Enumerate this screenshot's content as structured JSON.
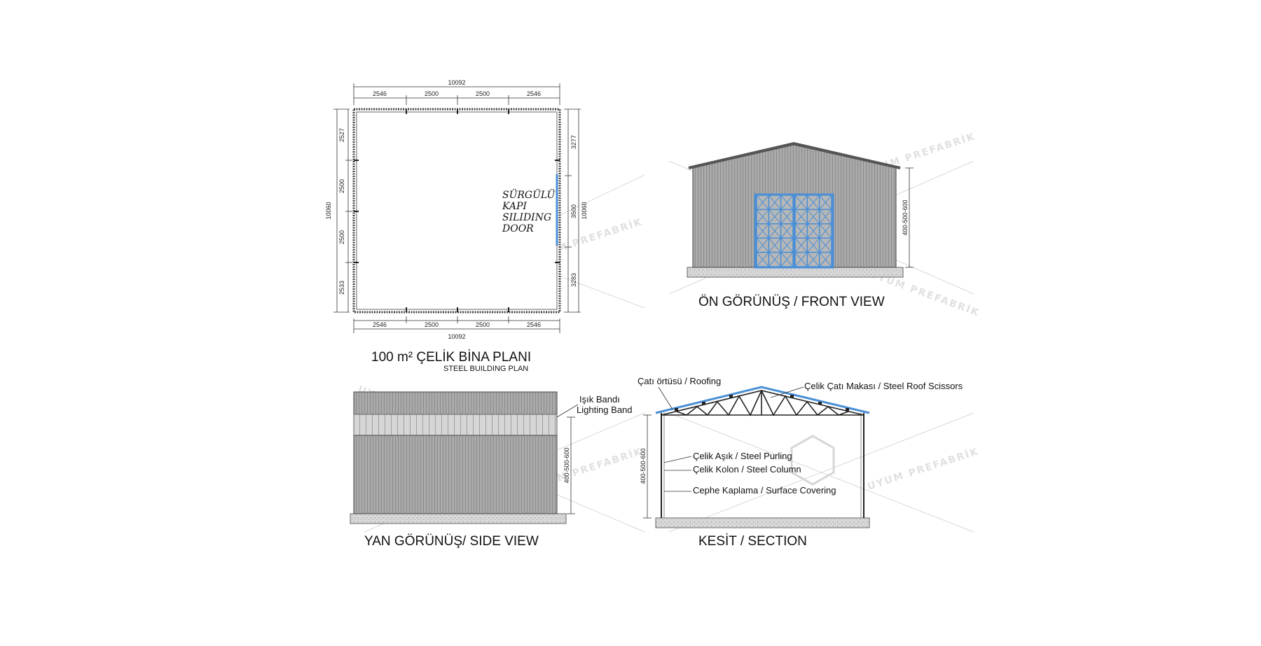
{
  "plan": {
    "title": "100 m² ÇELİK BİNA PLANI",
    "subtitle": "STEEL BUILDING PLAN",
    "overall_width": "10092",
    "overall_depth": "10060",
    "top_segments": [
      "2546",
      "2500",
      "2500",
      "2546"
    ],
    "bottom_segments": [
      "2546",
      "2500",
      "2500",
      "2546"
    ],
    "left_segments": [
      "2527",
      "2500",
      "2500",
      "2533"
    ],
    "right_segments": [
      "3277",
      "3500",
      "3283"
    ],
    "door_label": [
      "SÜRGÜLÜ",
      "KAPI",
      "SILIDING",
      "DOOR"
    ]
  },
  "front": {
    "title": "ÖN GÖRÜNÜŞ / FRONT VIEW",
    "height_dim": "400-500-600"
  },
  "side": {
    "title": "YAN GÖRÜNÜŞ/ SIDE VIEW",
    "height_dim": "400-500-600",
    "band_label": [
      "Işık Bandı",
      "Lighting Band"
    ]
  },
  "section": {
    "title": "KESİT / SECTION",
    "height_dim": "400-500-600",
    "roofing": "Çatı örtüsü / Roofing",
    "truss": "Çelik Çatı Makası / Steel Roof Scissors",
    "purling": "Çelik Aşık / Steel Purling",
    "column": "Çelik Kolon / Steel Column",
    "covering": "Cephe Kaplama / Surface Covering"
  },
  "watermark": "UYUM PREFABRİK",
  "colors": {
    "panel": "#a9a9a9",
    "roof": "#6a6a6a",
    "door": "#4a8fd6",
    "ground": "#d4d4d4"
  }
}
